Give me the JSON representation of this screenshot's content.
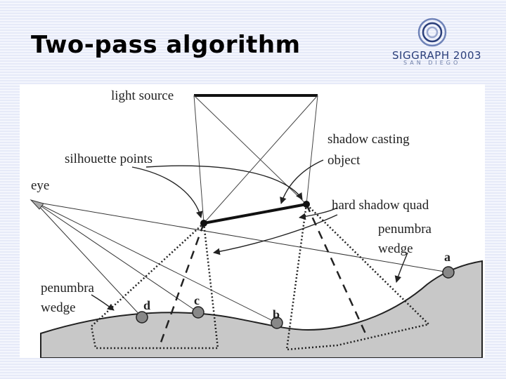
{
  "slide": {
    "title": "Two-pass algorithm"
  },
  "logo": {
    "name": "SIGGRAPH 2003",
    "location": "SAN DIEGO"
  },
  "diagram": {
    "labels": {
      "light_source": "light source",
      "shadow_casting_1": "shadow casting",
      "shadow_casting_2": "object",
      "silhouette_points": "silhouette points",
      "eye": "eye",
      "hard_shadow_quad": "hard shadow quad",
      "penumbra_wedge_right_1": "penumbra",
      "penumbra_wedge_right_2": "wedge",
      "penumbra_wedge_left_1": "penumbra",
      "penumbra_wedge_left_2": "wedge"
    },
    "points": {
      "a": "a",
      "b": "b",
      "c": "c",
      "d": "d"
    }
  }
}
